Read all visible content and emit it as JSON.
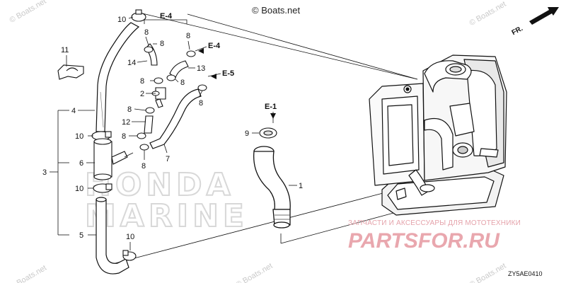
{
  "watermark": {
    "text": "© Boats.net",
    "center_copyright": "© Boats.net"
  },
  "honda_logo": {
    "line1": "HONDA",
    "line2": "MARINE"
  },
  "direction_marker": {
    "label": "FR."
  },
  "diagram_code": "ZY5AE0410",
  "sponsor": {
    "tagline": "ЗАПЧАСТИ И АКСЕССУАРЫ ДЛЯ МОТОТЕХНИКИ",
    "brand": "PARTSFOR.RU"
  },
  "references": {
    "e4_top": "E-4",
    "e4_mid": "E-4",
    "e5": "E-5",
    "e1": "E-1"
  },
  "callouts": {
    "c1": "1",
    "c2": "2",
    "c3": "3",
    "c4": "4",
    "c5": "5",
    "c6": "6",
    "c7": "7",
    "c8a": "8",
    "c8b": "8",
    "c8c": "8",
    "c8d": "8",
    "c8e": "8",
    "c8f": "8",
    "c8g": "8",
    "c8h": "8",
    "c8i": "8",
    "c9": "9",
    "c10a": "10",
    "c10b": "10",
    "c10c": "10",
    "c10d": "10",
    "c11": "11",
    "c12": "12",
    "c13": "13",
    "c14": "14"
  }
}
